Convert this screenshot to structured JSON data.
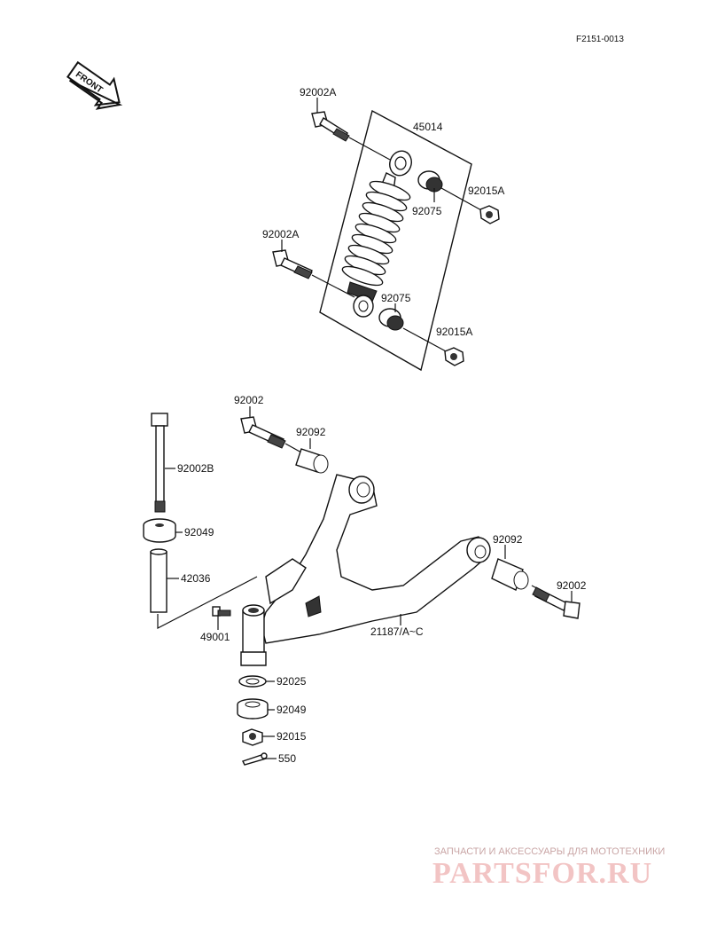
{
  "diagram_id": "F2151-0013",
  "front_label": "FRONT",
  "labels": {
    "p45014": "45014",
    "p92002A_top": "92002A",
    "p92015A_top": "92015A",
    "p92075_top": "92075",
    "p92002A_mid": "92002A",
    "p92075_bot": "92075",
    "p92015A_bot": "92015A",
    "p92002_top": "92002",
    "p92092_top": "92092",
    "p92002B": "92002B",
    "p92049_top": "92049",
    "p42036": "42036",
    "p92092_right": "92092",
    "p92002_right": "92002",
    "p21187": "21187/A~C",
    "p49001": "49001",
    "p92025": "92025",
    "p92049_bot": "92049",
    "p92015": "92015",
    "p550": "550"
  },
  "watermark": {
    "caption": "ЗАПЧАСТИ И АКСЕССУАРЫ ДЛЯ МОТОТЕХНИКИ",
    "logo": "PARTSFOR.RU"
  }
}
